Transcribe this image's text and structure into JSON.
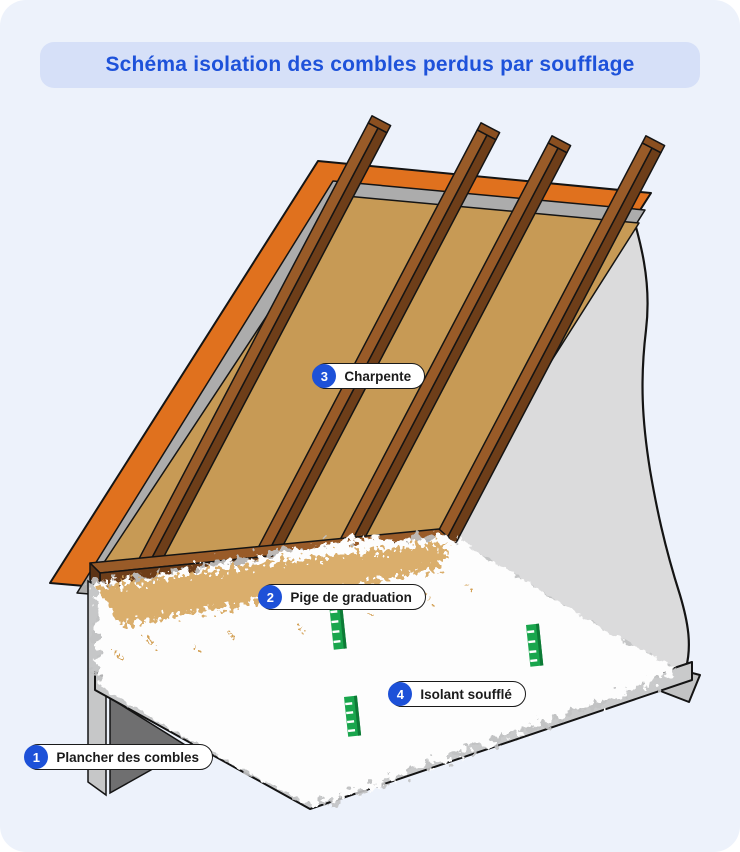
{
  "header": {
    "title": "Schéma isolation des combles perdus par soufflage",
    "title_color": "#1E52DA",
    "banner_background": "#D6E0F8"
  },
  "page": {
    "background": "#FFFFFF",
    "card_background": "#EDF2FB"
  },
  "diagram": {
    "labels": [
      {
        "number": "1",
        "text": "Plancher des combles"
      },
      {
        "number": "2",
        "text": "Pige de graduation"
      },
      {
        "number": "3",
        "text": "Charpente"
      },
      {
        "number": "4",
        "text": "Isolant soufflé"
      }
    ],
    "parts": {
      "roof_covering": "toiture orange",
      "membrane": "écran gris",
      "sheathing": "volige",
      "rafters": "chevrons (x4)",
      "eave_beam": "panne sablière",
      "gable_wall": "pignon",
      "floor_slab": "plancher",
      "insulation": "isolant soufflé",
      "rulers": "piges de graduation (x3)"
    },
    "colors": {
      "marker_blue": "#1D51D8",
      "roof_orange": "#E0711E",
      "membrane_gray": "#ACACAC",
      "sheathing_tan": "#C79A55",
      "wood_light": "#995B28",
      "wood_dark": "#6E3E19",
      "wall_gray": "#DBDBDC",
      "slab_gray": "#C9CACB",
      "insulation_white": "#FDFDFD",
      "ruler_green": "#19A64D"
    }
  }
}
